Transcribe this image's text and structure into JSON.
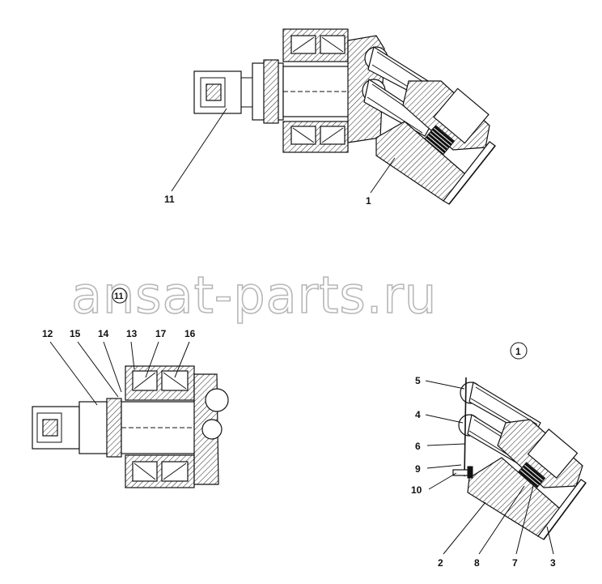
{
  "watermark": "ansat-parts.ru",
  "top_view": {
    "labels": [
      {
        "id": "11",
        "text": "11"
      },
      {
        "id": "1",
        "text": "1"
      }
    ]
  },
  "section_view": {
    "title_label": "11",
    "labels": [
      {
        "id": "12",
        "text": "12"
      },
      {
        "id": "15",
        "text": "15"
      },
      {
        "id": "14",
        "text": "14"
      },
      {
        "id": "13",
        "text": "13"
      },
      {
        "id": "17",
        "text": "17"
      },
      {
        "id": "16",
        "text": "16"
      }
    ]
  },
  "detail_view": {
    "title_label": "1",
    "labels": [
      {
        "id": "5",
        "text": "5"
      },
      {
        "id": "4",
        "text": "4"
      },
      {
        "id": "6",
        "text": "6"
      },
      {
        "id": "9",
        "text": "9"
      },
      {
        "id": "10",
        "text": "10"
      },
      {
        "id": "2",
        "text": "2"
      },
      {
        "id": "8",
        "text": "8"
      },
      {
        "id": "7",
        "text": "7"
      },
      {
        "id": "3",
        "text": "3"
      }
    ]
  }
}
